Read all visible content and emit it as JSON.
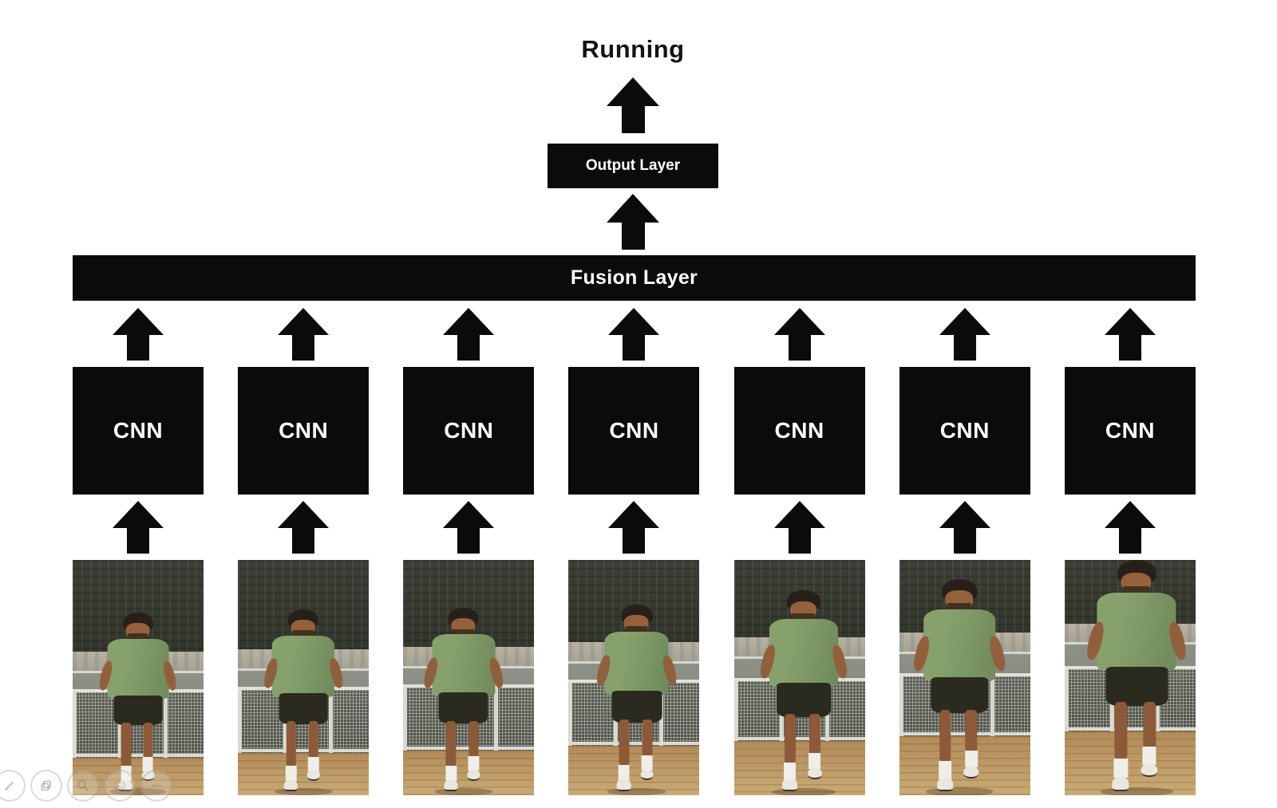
{
  "diagram": {
    "prediction_label": "Running",
    "output_layer_label": "Output Layer",
    "fusion_layer_label": "Fusion Layer",
    "streams": [
      {
        "label": "CNN"
      },
      {
        "label": "CNN"
      },
      {
        "label": "CNN"
      },
      {
        "label": "CNN"
      },
      {
        "label": "CNN"
      },
      {
        "label": "CNN"
      },
      {
        "label": "CNN"
      }
    ],
    "frames": [
      {
        "name": "runner-frame-1"
      },
      {
        "name": "runner-frame-2"
      },
      {
        "name": "runner-frame-3"
      },
      {
        "name": "runner-frame-4"
      },
      {
        "name": "runner-frame-5"
      },
      {
        "name": "runner-frame-6"
      },
      {
        "name": "runner-frame-7"
      }
    ]
  },
  "toolbar": {
    "icons": [
      {
        "name": "pen-icon",
        "glyph": "✎"
      },
      {
        "name": "slides-overview-icon",
        "glyph": "⧉"
      },
      {
        "name": "zoom-icon",
        "glyph": "⌕"
      },
      {
        "name": "subtitles-icon",
        "glyph": "▭"
      },
      {
        "name": "more-options-icon",
        "glyph": "⋯"
      }
    ]
  },
  "colors": {
    "background": "#ffffff",
    "box_black": "#0b0b0b",
    "box_text": "#ffffff",
    "label_text": "#141414",
    "shirt_green": "#7e9868",
    "shorts_dark": "#2b2a1e",
    "skin": "#8c5a38",
    "boardwalk_tan": "#b28b59",
    "water_gray": "#8d9187",
    "buildings_dark": "#363a2f",
    "fence_light": "#dedcd4"
  }
}
